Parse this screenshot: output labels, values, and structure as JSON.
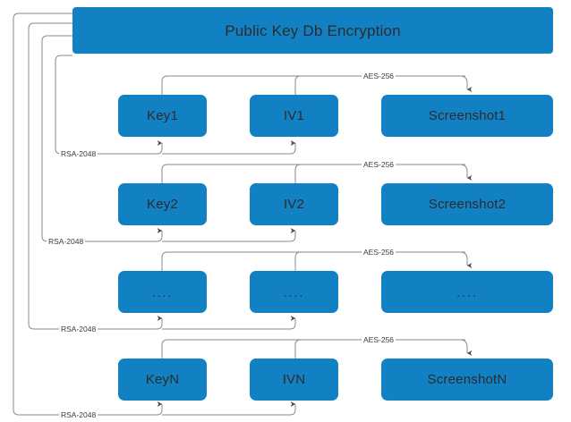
{
  "diagram": {
    "title": "Public Key Db Encryption",
    "header": {
      "label": "Public Key Db Encryption"
    },
    "colors": {
      "node_fill": "#1281c4",
      "node_text": "#2b2b2b",
      "wire": "#8a8a8a",
      "background": "#ffffff"
    },
    "edge_labels": {
      "aes": "AES-256",
      "rsa": "RSA-2048"
    },
    "rows": [
      {
        "key": "Key1",
        "iv": "IV1",
        "screenshot": "Screenshot1",
        "aes_label": "AES-256",
        "rsa_label": "RSA-2048"
      },
      {
        "key": "Key2",
        "iv": "IV2",
        "screenshot": "Screenshot2",
        "aes_label": "AES-256",
        "rsa_label": "RSA-2048"
      },
      {
        "key": "....",
        "iv": "....",
        "screenshot": "....",
        "aes_label": "AES-256",
        "rsa_label": "RSA-2048"
      },
      {
        "key": "KeyN",
        "iv": "IVN",
        "screenshot": "ScreenshotN",
        "aes_label": "AES-256",
        "rsa_label": "RSA-2048"
      }
    ]
  }
}
